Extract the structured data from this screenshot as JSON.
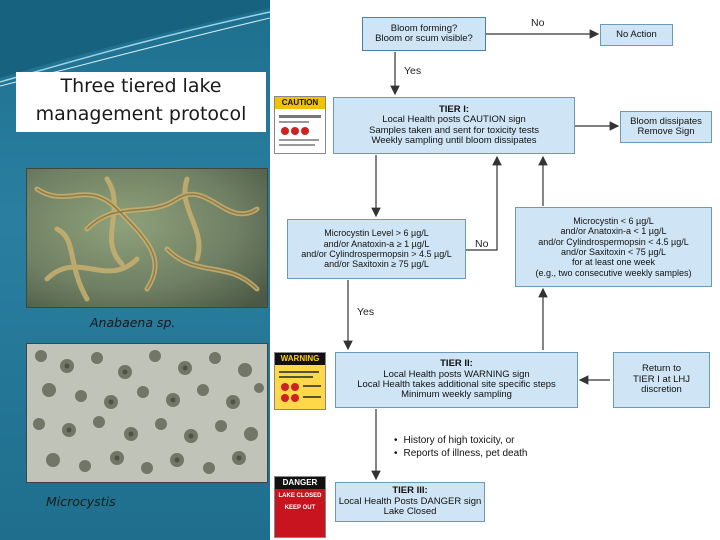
{
  "title": "Three tiered lake management protocol",
  "photos": [
    {
      "caption": "Anabaena sp."
    },
    {
      "caption": "Microcystis"
    }
  ],
  "signs": {
    "caution": "CAUTION",
    "warning": "WARNING",
    "danger": "DANGER",
    "danger_sub1": "LAKE CLOSED",
    "danger_sub2": "KEEP OUT"
  },
  "flow": {
    "bloom_q": [
      "Bloom forming?",
      "Bloom or scum visible?"
    ],
    "no_action": "No Action",
    "no_top": "No",
    "yes_top": "Yes",
    "tier1": {
      "title": "TIER I:",
      "lines": [
        "Local Health posts CAUTION sign",
        "Samples taken and sent for toxicity tests",
        "Weekly sampling until bloom dissipates"
      ]
    },
    "dissipates": [
      "Bloom dissipates",
      "Remove Sign"
    ],
    "escalate": [
      "Microcystin Level > 6 µg/L",
      "and/or Anatoxin-a ≥ 1 µg/L",
      "and/or Cylindrospermopsin > 4.5 µg/L",
      "and/or Saxitoxin ≥ 75 µg/L"
    ],
    "deescalate": [
      "Microcystin < 6 µg/L",
      "and/or Anatoxin-a < 1 µg/L",
      "and/or Cylindrospermopsin < 4.5 µg/L",
      "and/or Saxitoxin < 75 µg/L",
      "for at least one week",
      "(e.g., two consecutive weekly samples)"
    ],
    "no_mid": "No",
    "yes_mid": "Yes",
    "tier2": {
      "title": "TIER II:",
      "lines": [
        "Local Health posts WARNING sign",
        "Local Health takes additional site specific steps",
        "Minimum weekly sampling"
      ]
    },
    "return": [
      "Return to",
      "TIER I at LHJ",
      "discretion"
    ],
    "bullets": [
      "History of high toxicity, or",
      "Reports of illness, pet death"
    ],
    "tier3": {
      "title": "TIER III:",
      "lines": [
        "Local Health Posts DANGER sign",
        "Lake Closed"
      ]
    }
  }
}
